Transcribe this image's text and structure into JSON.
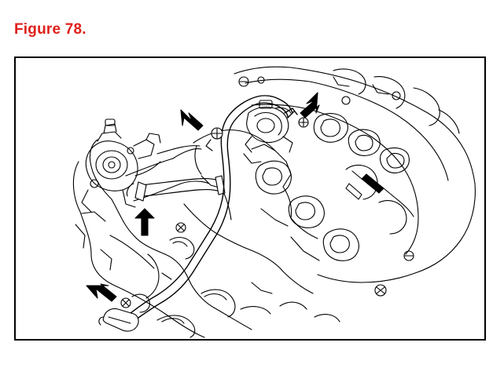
{
  "figure": {
    "title": "Figure 78."
  },
  "colors": {
    "title": "#e0201a",
    "line": "#000000",
    "background": "#ffffff"
  },
  "illustration": {
    "subject": "engine-top-view-line-drawing",
    "callouts": [
      "arrow-callout",
      "arrow-callout",
      "arrow-callout",
      "arrow-callout"
    ]
  }
}
